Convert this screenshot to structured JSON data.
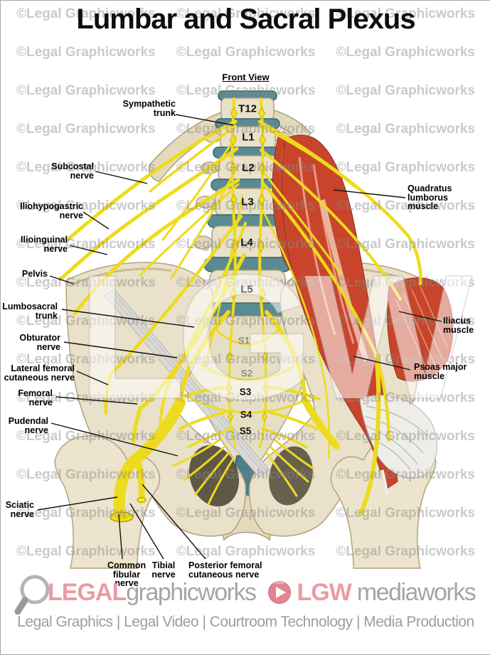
{
  "title": "Lumbar and Sacral Plexus",
  "view_label": "Front View",
  "watermark": {
    "tile_text": "©Legal Graphicworks",
    "big_text": "LGW"
  },
  "spine_labels": {
    "t12": "T12",
    "l1": "L1",
    "l2": "L2",
    "l3": "L3",
    "l4": "L4",
    "l5": "L5",
    "s1": "S1",
    "s2": "S2",
    "s3": "S3",
    "s4": "S4",
    "s5": "S5"
  },
  "anatomy_labels": {
    "sympathetic_trunk": "Sympathetic\ntrunk",
    "subcostal_nerve": "Subcostal\nnerve",
    "iliohypogastric_nerve": "Iliohypogastric\nnerve",
    "ilioinguinal_nerve": "Ilioinguinal\nnerve",
    "pelvis": "Pelvis",
    "lumbosacral_trunk": "Lumbosacral\ntrunk",
    "obturator_nerve": "Obturator\nnerve",
    "lateral_femoral_cutaneous_nerve": "Lateral femoral\ncutaneous nerve",
    "femoral_nerve": "Femoral\nnerve",
    "pudendal_nerve": "Pudendal\nnerve",
    "sciatic_nerve": "Sciatic\nnerve",
    "common_fibular_nerve": "Common\nfibular\nnerve",
    "tibial_nerve": "Tibial\nnerve",
    "posterior_femoral_cutaneous_nerve": "Posterior femoral\ncutaneous nerve",
    "quadratus_lumborus_muscle": "Quadratus\nlumborus\nmuscle",
    "iliacus_muscle": "Iliacus\nmuscle",
    "psoas_major_muscle": "Psoas major\nmuscle"
  },
  "footer": {
    "brand1_bold": "LEGAL",
    "brand1_light": "graphicworks",
    "brand2_bold": "LGW",
    "brand2_light": "mediaworks",
    "tagline": "Legal Graphics | Legal Video | Courtroom Technology | Media Production"
  },
  "icons": {
    "brand1": "magnifier-icon",
    "brand2": "play-icon"
  },
  "colors": {
    "nerve_yellow": "#eedb1d",
    "muscle_red": "#c8452b",
    "disc_teal": "#5a8b93",
    "bone": "#e9e1c9",
    "brand_pink": "#eb9aa6",
    "brand_grey": "#a5a5a5",
    "watermark_grey": "#c3c3c3"
  }
}
